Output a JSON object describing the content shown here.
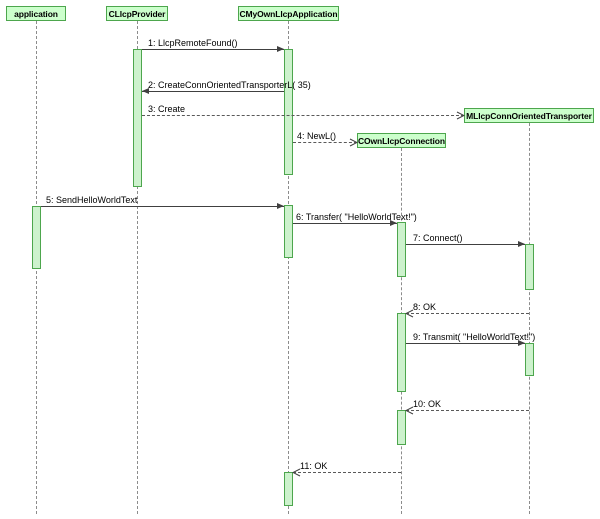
{
  "diagram": {
    "type": "uml-sequence",
    "actors": [
      {
        "name": "application"
      },
      {
        "name": "CLlcpProvider"
      },
      {
        "name": "CMyOwnLlcpApplication"
      },
      {
        "name": "MLlcpConnOrientedTransporter"
      },
      {
        "name": "COwnLlcpConnection"
      }
    ],
    "messages": [
      {
        "label": "1: LlcpRemoteFound()",
        "from": "CLlcpProvider",
        "to": "CMyOwnLlcpApplication",
        "style": "solid-call"
      },
      {
        "label": "2: CreateConnOrientedTransporterL( 35)",
        "from": "CMyOwnLlcpApplication",
        "to": "CLlcpProvider",
        "style": "solid-call"
      },
      {
        "label": "3: Create",
        "from": "CLlcpProvider",
        "to": "MLlcpConnOrientedTransporter",
        "style": "dashed-create"
      },
      {
        "label": "4: NewL()",
        "from": "CMyOwnLlcpApplication",
        "to": "COwnLlcpConnection",
        "style": "dashed-create"
      },
      {
        "label": "5: SendHelloWorldText",
        "from": "application",
        "to": "CMyOwnLlcpApplication",
        "style": "solid-call"
      },
      {
        "label": "6: Transfer( \"HelloWorldText!\")",
        "from": "CMyOwnLlcpApplication",
        "to": "COwnLlcpConnection",
        "style": "solid-call"
      },
      {
        "label": "7: Connect()",
        "from": "COwnLlcpConnection",
        "to": "MLlcpConnOrientedTransporter",
        "style": "solid-call"
      },
      {
        "label": "8: OK",
        "from": "MLlcpConnOrientedTransporter",
        "to": "COwnLlcpConnection",
        "style": "dashed-return"
      },
      {
        "label": "9: Transmit( \"HelloWorldText!\")",
        "from": "COwnLlcpConnection",
        "to": "MLlcpConnOrientedTransporter",
        "style": "solid-call"
      },
      {
        "label": "10: OK",
        "from": "MLlcpConnOrientedTransporter",
        "to": "COwnLlcpConnection",
        "style": "dashed-return"
      },
      {
        "label": "11: OK",
        "from": "COwnLlcpConnection",
        "to": "CMyOwnLlcpApplication",
        "style": "dashed-return"
      }
    ],
    "colors": {
      "box_fill": "#ccffcc",
      "box_border": "#4da64d",
      "bar_fill": "#cdf2cd",
      "bar_border": "#4da64d",
      "lifeline": "#8c8c8c",
      "message_line": "#404040",
      "text": "#000000",
      "background": "#ffffff"
    }
  }
}
